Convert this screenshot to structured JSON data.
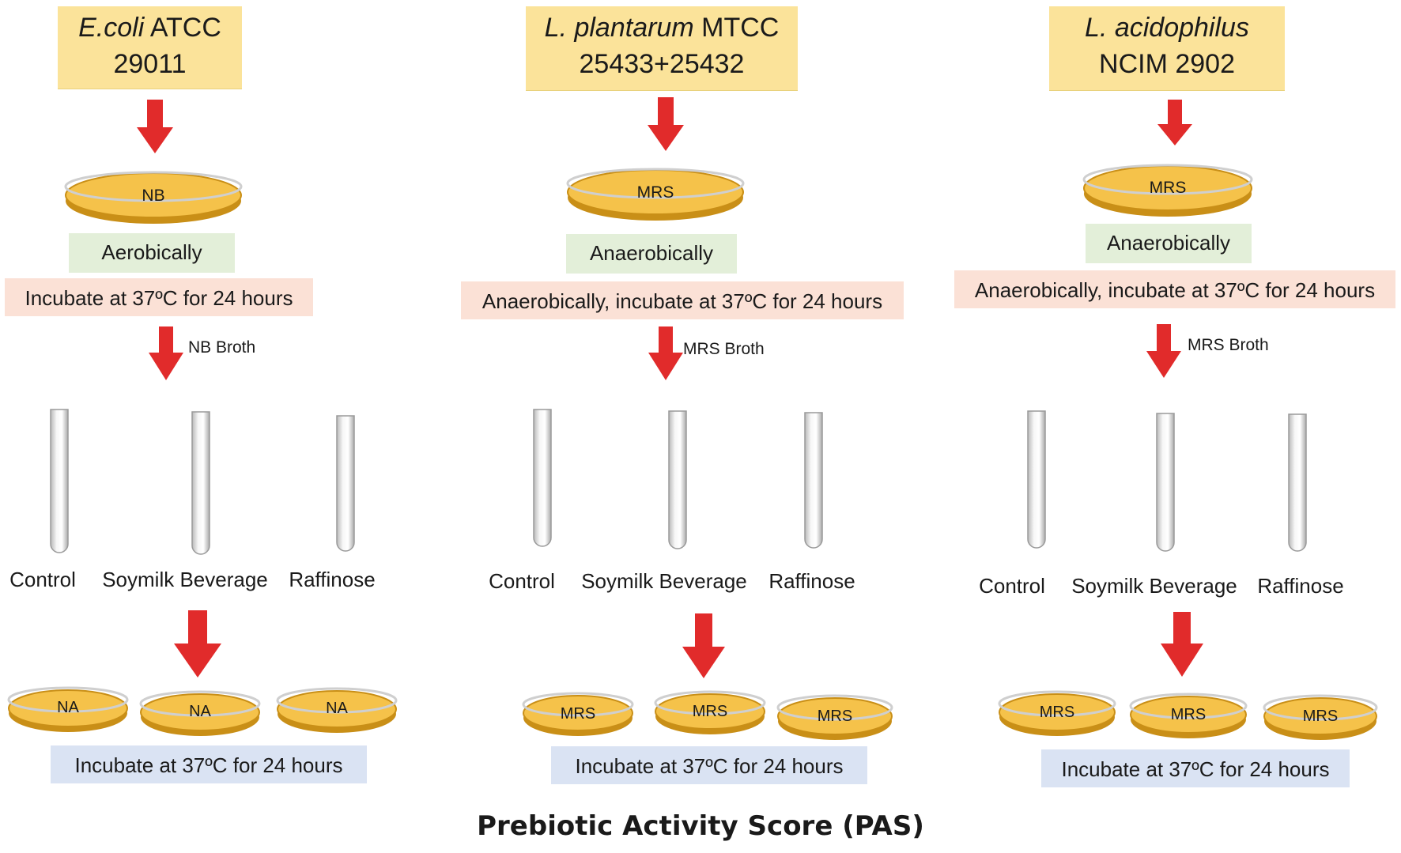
{
  "title": "Prebiotic Activity Score (PAS)",
  "colors": {
    "arrow": "#e12b2b",
    "strain_box": "#fbe39a",
    "condition_box": "#e3efd9",
    "incubate_box": "#fbe1d6",
    "final_box": "#dae3f3",
    "dish_fill": "#f5c24a",
    "dish_rim": "#c98f17"
  },
  "columns": [
    {
      "strain_name": "E.coli",
      "strain_code_line1": "ATCC",
      "strain_code_line2": "29011",
      "medium": "NB",
      "condition": "Aerobically",
      "incubation": "Incubate at 37ºC for 24 hours",
      "broth": "NB Broth",
      "tubes": [
        "Control",
        "Soymilk Beverage",
        "Raffinose"
      ],
      "plates": [
        "NA",
        "NA",
        "NA"
      ],
      "final_incubation": "Incubate at 37ºC for 24 hours"
    },
    {
      "strain_name": "L. plantarum",
      "strain_code_line1": "MTCC",
      "strain_code_line2": "25433+25432",
      "medium": "MRS",
      "condition": "Anaerobically",
      "incubation": "Anaerobically, incubate at 37ºC for 24 hours",
      "broth": "MRS Broth",
      "tubes": [
        "Control",
        "Soymilk Beverage",
        "Raffinose"
      ],
      "plates": [
        "MRS",
        "MRS",
        "MRS"
      ],
      "final_incubation": "Incubate at 37ºC for 24 hours"
    },
    {
      "strain_name": "L. acidophilus",
      "strain_code_line1": "",
      "strain_code_line2": "NCIM 2902",
      "medium": "MRS",
      "condition": "Anaerobically",
      "incubation": "Anaerobically, incubate at 37ºC for 24 hours",
      "broth": "MRS Broth",
      "tubes": [
        "Control",
        "Soymilk Beverage",
        "Raffinose"
      ],
      "plates": [
        "MRS",
        "MRS",
        "MRS"
      ],
      "final_incubation": "Incubate at 37ºC for 24 hours"
    }
  ]
}
